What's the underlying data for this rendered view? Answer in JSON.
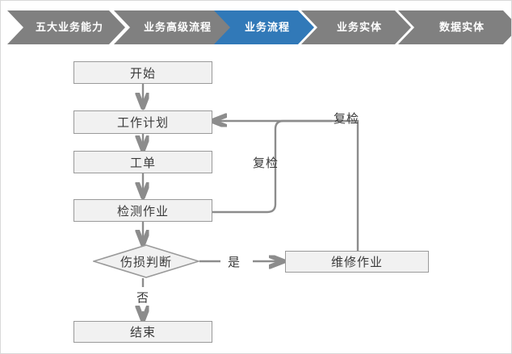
{
  "breadcrumb": {
    "items": [
      {
        "label": "五大业务能力",
        "state": "inactive",
        "color": "#808080"
      },
      {
        "label": "业务高级流程",
        "state": "inactive",
        "color": "#808080"
      },
      {
        "label": "业务流程",
        "state": "active",
        "color": "#3179b8"
      },
      {
        "label": "业务实体",
        "state": "inactive",
        "color": "#808080"
      },
      {
        "label": "数据实体",
        "state": "inactive",
        "color": "#808080"
      }
    ]
  },
  "diagram": {
    "type": "flowchart",
    "node_fill": "#f1f1f1",
    "node_border": "#9a9a9a",
    "connector_color": "#8c8c8c",
    "nodes": [
      {
        "id": "start",
        "label": "开始",
        "shape": "rect"
      },
      {
        "id": "plan",
        "label": "工作计划",
        "shape": "rect"
      },
      {
        "id": "order",
        "label": "工单",
        "shape": "rect"
      },
      {
        "id": "inspect",
        "label": "检测作业",
        "shape": "rect"
      },
      {
        "id": "judge",
        "label": "伤损判断",
        "shape": "diamond"
      },
      {
        "id": "repair",
        "label": "维修作业",
        "shape": "rect"
      },
      {
        "id": "end",
        "label": "结束",
        "shape": "rect"
      }
    ],
    "edge_labels": {
      "recheck_inner": "复检",
      "recheck_outer": "复检",
      "yes": "是",
      "no": "否"
    },
    "edges": [
      {
        "from": "start",
        "to": "plan",
        "label": ""
      },
      {
        "from": "plan",
        "to": "order",
        "label": ""
      },
      {
        "from": "order",
        "to": "inspect",
        "label": ""
      },
      {
        "from": "inspect",
        "to": "judge",
        "label": ""
      },
      {
        "from": "inspect",
        "to": "plan",
        "label": "复检"
      },
      {
        "from": "judge",
        "to": "repair",
        "label": "是"
      },
      {
        "from": "judge",
        "to": "end",
        "label": "否"
      },
      {
        "from": "repair",
        "to": "plan",
        "label": "复检"
      }
    ]
  }
}
